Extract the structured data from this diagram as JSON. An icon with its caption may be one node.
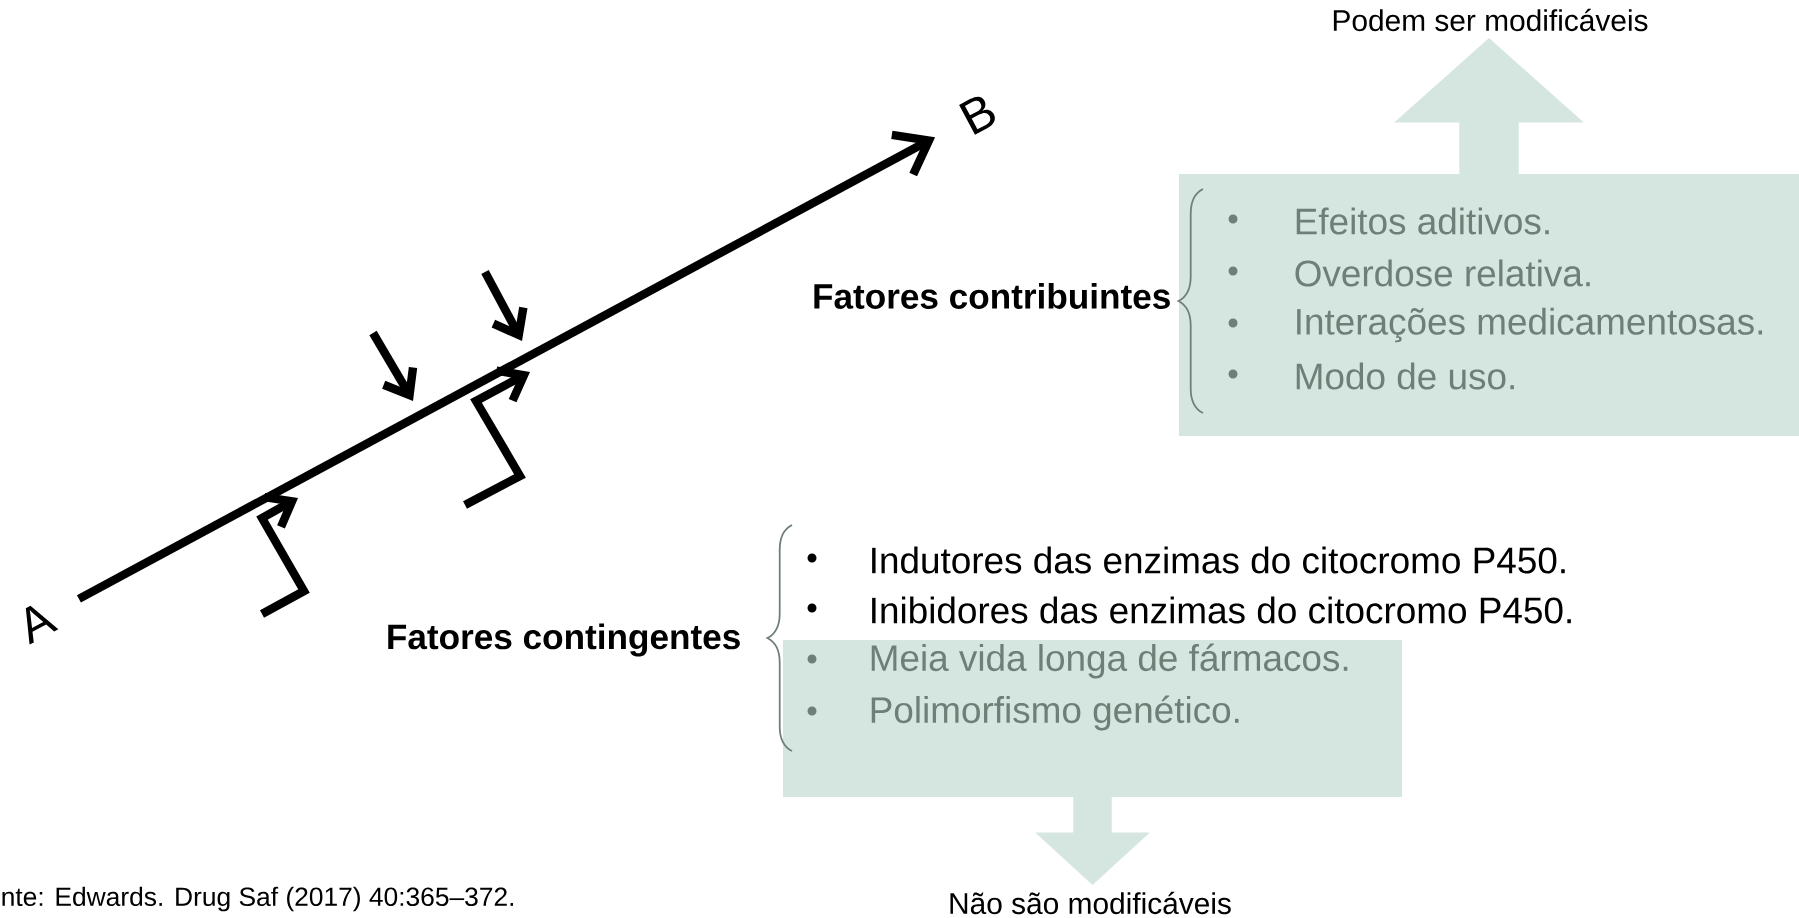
{
  "diagram": {
    "nodes": [
      {
        "text": [
          "A"
        ]
      },
      {
        "text": [
          "B"
        ]
      },
      {
        "text": [
          "Fatores contribuintes",
          "Efeitos aditivos.",
          "Overdose relativa.",
          "Interações medicamentosas.",
          "Modo de uso."
        ]
      },
      {
        "text": [
          "Podem ser modificáveis"
        ]
      },
      {
        "text": [
          "Fatores contingentes",
          "Indutores das enzimas do citocromo P450.",
          "Inibidores das enzimas do citocromo P450.",
          "Meia vida longa de fármacos.",
          "Polimorfismo genético."
        ]
      },
      {
        "text": [
          "Não são modificáveis"
        ]
      }
    ],
    "edges": [
      {
        "from": 0,
        "to": 1,
        "arrow": "to",
        "color": "#000000"
      },
      {
        "from": 2,
        "to": 3,
        "arrow": "to",
        "style": "thick",
        "color": "#d5e5df"
      },
      {
        "from": 4,
        "to": 5,
        "arrow": "to",
        "style": "thick",
        "color": "#d5e5df"
      }
    ],
    "labels": [
      "nte: Edwards. Drug Saf (2017) 40:365–372."
    ]
  }
}
